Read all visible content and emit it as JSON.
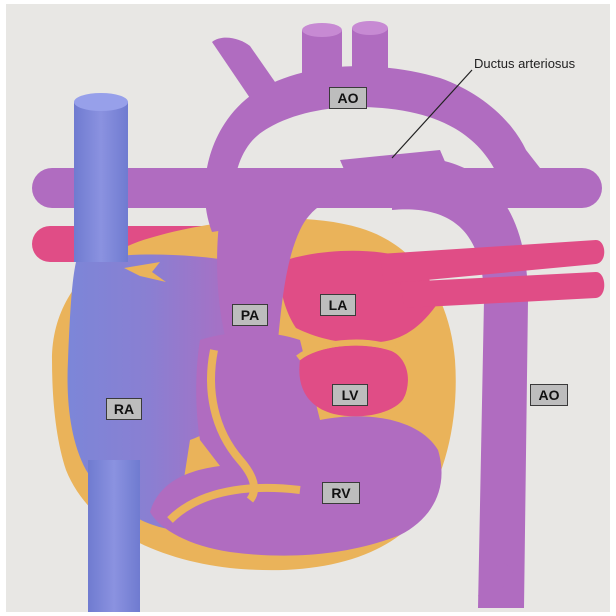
{
  "labels": {
    "ao_top": "AO",
    "ao_right": "AO",
    "pa": "PA",
    "la": "LA",
    "lv": "LV",
    "ra": "RA",
    "rv": "RV",
    "ductus": "Ductus arteriosus"
  },
  "colors": {
    "background": "#e8e7e4",
    "deoxygenated_purple": "#b06cc0",
    "oxygenated_pink": "#e04d86",
    "venous_blue": "#7a83d6",
    "myocardium_yellow": "#eab35a",
    "label_box": "#bdbdbd"
  }
}
